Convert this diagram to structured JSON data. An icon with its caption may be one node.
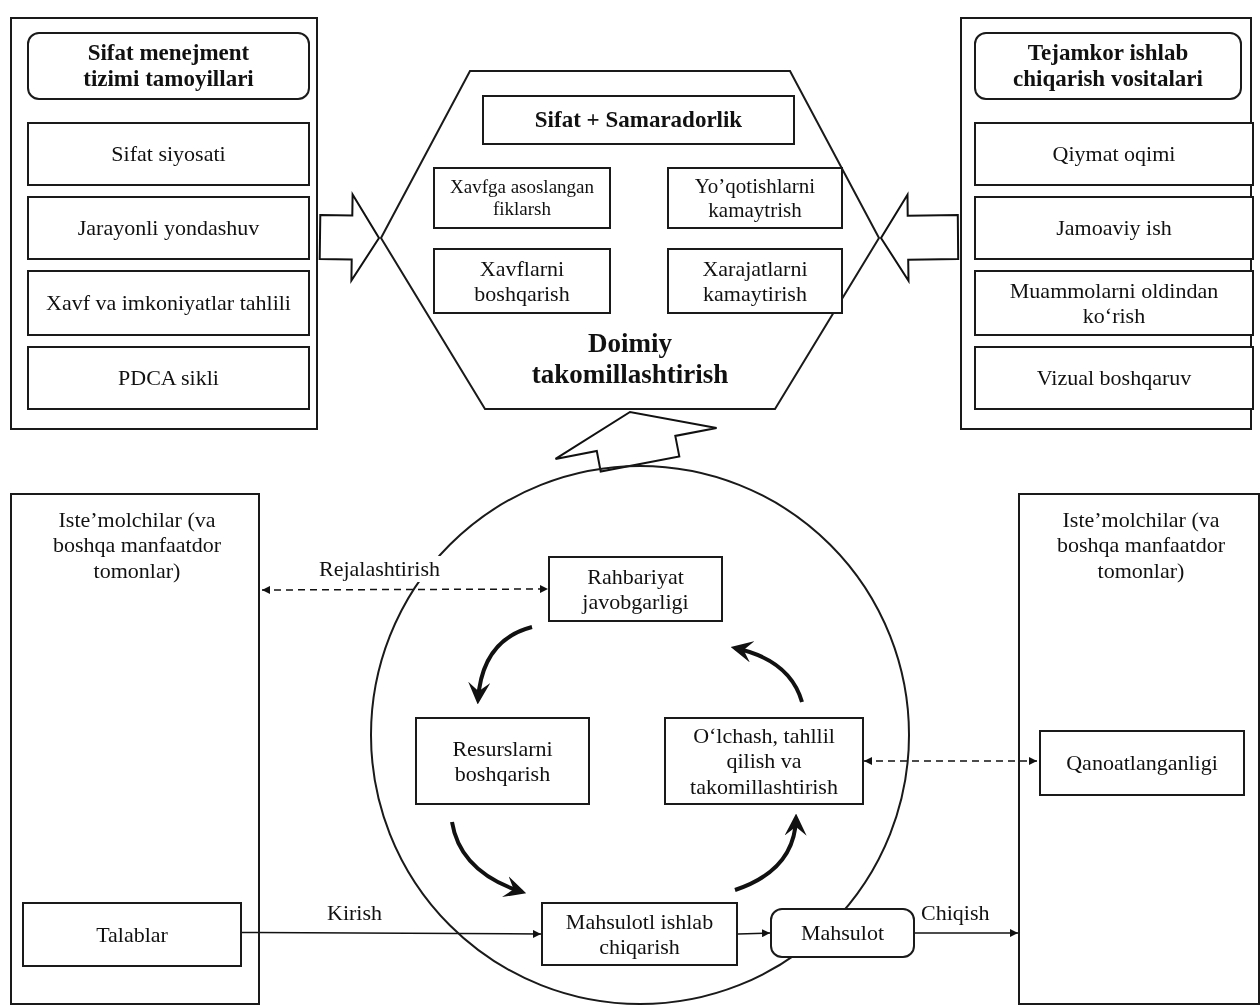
{
  "diagram": {
    "nodes": [
      {
        "text": [],
        "shape": "box"
      },
      {
        "text": [
          "Sifat menejment tizimi tamoyillari"
        ],
        "in": 0
      },
      {
        "text": [
          "Sifat siyosati"
        ],
        "in": 0
      },
      {
        "text": [
          "Jarayonli yondashuv"
        ],
        "in": 0
      },
      {
        "text": [
          "Xavf va imkoniyatlar tahlili"
        ],
        "in": 0
      },
      {
        "text": [
          "PDCA sikli"
        ],
        "in": 0
      },
      {
        "text": [
          "Doimiy takomillashtirish"
        ]
      },
      {
        "text": [
          "Sifat + Samaradorlik"
        ],
        "in": 6
      },
      {
        "text": [
          "Xavfga asoslangan fiklarsh"
        ],
        "in": 6
      },
      {
        "text": [
          "Yo’qotishlarni kamaytrish"
        ],
        "in": 6
      },
      {
        "text": [
          "Xavflarni boshqarish"
        ],
        "in": 6
      },
      {
        "text": [
          "Xarajatlarni kamaytirish"
        ],
        "in": 6
      },
      {
        "text": [],
        "shape": "box"
      },
      {
        "text": [
          "Tejamkor ishlab chiqarish vositalari"
        ],
        "in": 12
      },
      {
        "text": [
          "Qiymat oqimi"
        ],
        "in": 12
      },
      {
        "text": [
          "Jamoaviy ish"
        ],
        "in": 12
      },
      {
        "text": [
          "Muammolarni oldindan ko‘rish"
        ],
        "in": 12
      },
      {
        "text": [
          "Vizual boshqaruv"
        ],
        "in": 12
      },
      {
        "text": [
          "Iste’molchilar (va boshqa manfaatdor tomonlar)"
        ]
      },
      {
        "text": [
          "Talablar"
        ],
        "in": 18
      },
      {
        "text": [],
        "shape": "circle"
      },
      {
        "text": [
          "Rahbariyat javobgarligi"
        ],
        "in": 20
      },
      {
        "text": [
          "Resurslarni boshqarish"
        ],
        "in": 20
      },
      {
        "text": [
          "O‘lchash, tahllil qilish va takomillashtirish"
        ],
        "in": 20
      },
      {
        "text": [
          "Mahsulotl ishlab chiqarish"
        ],
        "in": 20
      },
      {
        "text": [
          "Mahsulot"
        ]
      },
      {
        "text": [
          "Iste’molchilar (va boshqa manfaatdor tomonlar)"
        ]
      },
      {
        "text": [
          "Qanoatlanganligi"
        ],
        "in": 26
      }
    ],
    "edges": [
      {
        "from": 0,
        "to": 6,
        "arrow": "to"
      },
      {
        "from": 12,
        "to": 6,
        "arrow": "to"
      },
      {
        "from": 20,
        "to": 6,
        "arrow": "to"
      },
      {
        "from": 18,
        "to": 21,
        "arrow": "both",
        "label": "Rejalashtirish",
        "style": "dashed"
      },
      {
        "from": 23,
        "to": 27,
        "arrow": "both",
        "style": "dashed"
      },
      {
        "from": 19,
        "to": 24,
        "arrow": "to",
        "label": "Kirish"
      },
      {
        "from": 24,
        "to": 25,
        "arrow": "to"
      },
      {
        "from": 25,
        "to": 26,
        "arrow": "to",
        "label": "Chiqish"
      },
      {
        "from": 21,
        "to": 22,
        "arrow": "to",
        "style": "thick"
      },
      {
        "from": 22,
        "to": 24,
        "arrow": "to",
        "style": "thick"
      },
      {
        "from": 24,
        "to": 23,
        "arrow": "to",
        "style": "thick"
      },
      {
        "from": 23,
        "to": 21,
        "arrow": "to",
        "style": "thick"
      }
    ]
  }
}
